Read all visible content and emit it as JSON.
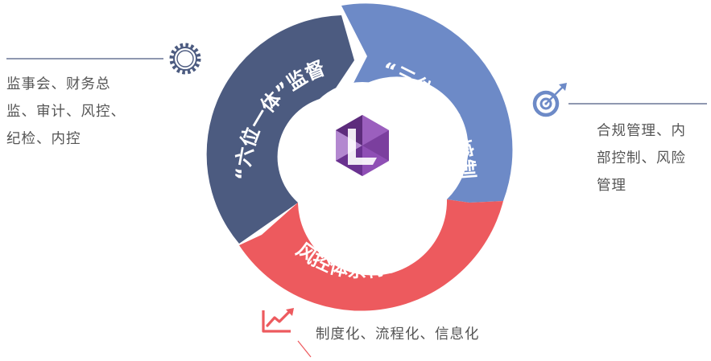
{
  "segments": {
    "left": {
      "label": "“六位一体”监督",
      "color": "#4c5b80"
    },
    "right": {
      "label": "“三位一体”控制",
      "color": "#6d8ac7"
    },
    "bottom": {
      "label": "风控体系特色",
      "color": "#ed5a5e"
    }
  },
  "center_logo": {
    "icon": "hexagon-logo-icon",
    "color": "#7b3f9e"
  },
  "left_callout": {
    "icon": "gear-icon",
    "lines": [
      "监事会、财务总",
      "监、审计、风控、",
      "纪检、内控"
    ]
  },
  "right_callout": {
    "icon": "target-icon",
    "lines": [
      "合规管理、内",
      "部控制、风险",
      "管理"
    ]
  },
  "bottom_callout": {
    "icon": "trend-chart-icon",
    "text": "制度化、流程化、信息化"
  },
  "colors": {
    "line_blue": "#4c5b80",
    "accent_red": "#ed5a5e",
    "text_gray": "#555555"
  }
}
